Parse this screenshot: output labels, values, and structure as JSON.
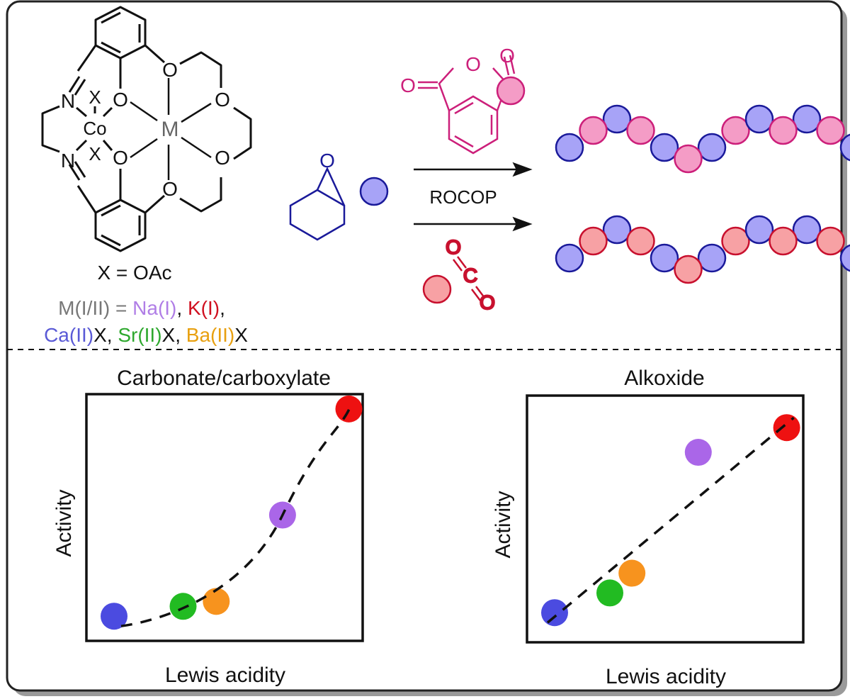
{
  "structure": {
    "atom_N": "N",
    "atom_O": "O",
    "atom_X": "X",
    "atom_Co": "Co",
    "atom_M": "M",
    "x_def": "X = OAc",
    "metals_prefix": "M(I/II) = ",
    "metals": [
      {
        "label": "Na(I)",
        "color": "#b07ee6",
        "suffix": ", "
      },
      {
        "label": "K(I)",
        "color": "#d01020",
        "suffix": ","
      },
      {
        "label": "Ca(II)",
        "color": "#5a5ad6",
        "suffix": "X, "
      },
      {
        "label": "Sr(II)",
        "color": "#2ea82e",
        "suffix": "X, "
      },
      {
        "label": "Ba(II)",
        "color": "#e8a010",
        "suffix": "X"
      }
    ]
  },
  "reaction": {
    "label": "ROCOP",
    "epoxide_O": "O",
    "anhydride_O": "O",
    "co2_O": "O",
    "co2_C": "C"
  },
  "colors": {
    "epoxide": "#1a1a9a",
    "epoxide_fill": "#a7a3f7",
    "anhydride": "#cc1f7a",
    "anhydride_fill": "#f49cc6",
    "co2": "#c8102e",
    "co2_fill": "#f7a1a4"
  },
  "chart_data": [
    {
      "type": "scatter",
      "title": "Carbonate/carboxylate",
      "xlabel": "Lewis acidity",
      "ylabel": "Activity",
      "trend": "dashed curve",
      "points": [
        {
          "x": 0.1,
          "y": 0.1,
          "color": "#4b4be0"
        },
        {
          "x": 0.35,
          "y": 0.14,
          "color": "#22bb22"
        },
        {
          "x": 0.47,
          "y": 0.16,
          "color": "#f7931e"
        },
        {
          "x": 0.71,
          "y": 0.51,
          "color": "#aa66e8"
        },
        {
          "x": 0.95,
          "y": 0.94,
          "color": "#ee1111"
        }
      ]
    },
    {
      "type": "scatter",
      "title": "Alkoxide",
      "xlabel": "Lewis acidity",
      "ylabel": "Activity",
      "trend": "dashed line",
      "points": [
        {
          "x": 0.1,
          "y": 0.12,
          "color": "#4b4be0"
        },
        {
          "x": 0.3,
          "y": 0.2,
          "color": "#22bb22"
        },
        {
          "x": 0.38,
          "y": 0.28,
          "color": "#f7931e"
        },
        {
          "x": 0.62,
          "y": 0.77,
          "color": "#aa66e8"
        },
        {
          "x": 0.94,
          "y": 0.87,
          "color": "#ee1111"
        }
      ]
    }
  ]
}
